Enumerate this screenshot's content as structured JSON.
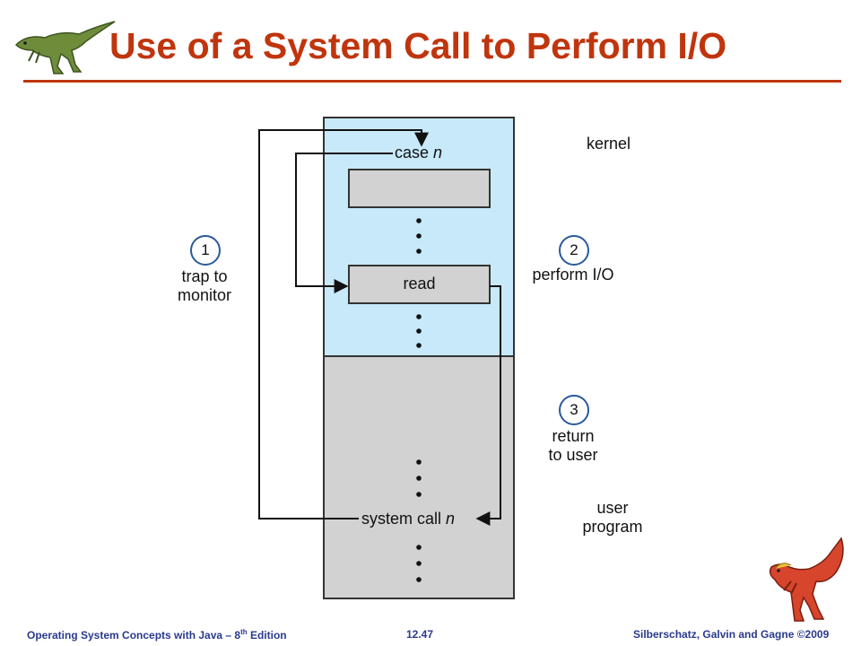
{
  "slide": {
    "title": "Use of a System Call to Perform I/O",
    "title_color": "#c0350d"
  },
  "diagram": {
    "kernel_label": "kernel",
    "user_program_label_line1": "user",
    "user_program_label_line2": "program",
    "case_label": "case",
    "case_var": "n",
    "read_label": "read",
    "system_call_label": "system call",
    "system_call_var": "n",
    "steps": [
      {
        "number": "1",
        "line1": "trap to",
        "line2": "monitor"
      },
      {
        "number": "2",
        "line1": "perform I/O",
        "line2": ""
      },
      {
        "number": "3",
        "line1": "return",
        "line2": "to user"
      }
    ],
    "kernel_color": "#c7e9fa",
    "user_color": "#d2d2d2"
  },
  "footer": {
    "left_main": "Operating System Concepts  with Java – 8",
    "left_sup": "th",
    "left_tail": " Edition",
    "page": "12.47",
    "right": "Silberschatz, Galvin and Gagne ©2009"
  },
  "logos": {
    "top_left": "green-dinosaur-icon",
    "bottom_right": "red-dinosaur-icon"
  }
}
